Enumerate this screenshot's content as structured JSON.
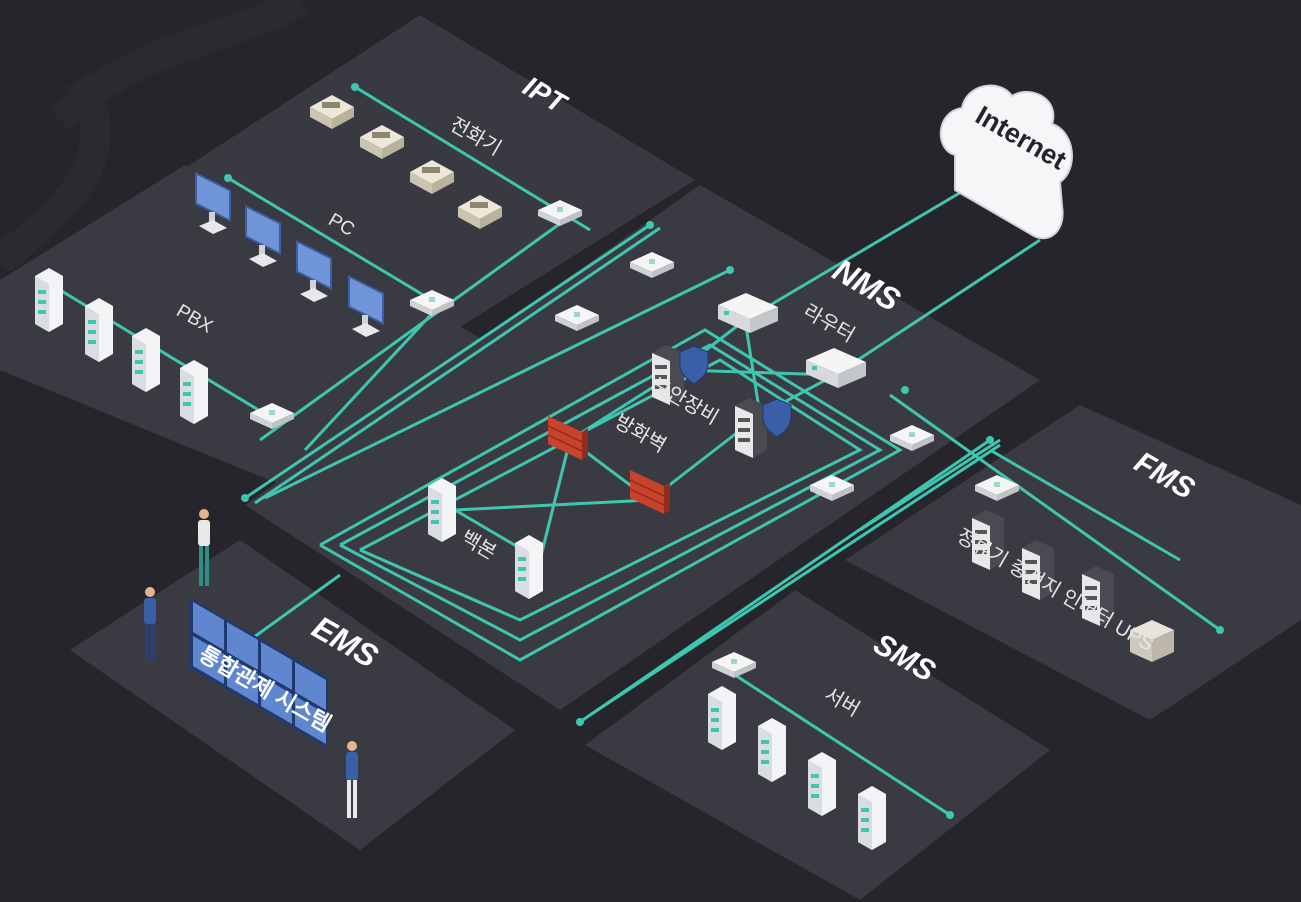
{
  "colors": {
    "background": "#25252b",
    "panel": "#3a3a43",
    "link": "#3fc6b0",
    "device_light": "#eeeeee",
    "firewall": "#c8432c"
  },
  "zones": {
    "ipt": {
      "title": "IPT",
      "sub": "전화기"
    },
    "pc": {
      "label": "PC"
    },
    "pbx": {
      "label": "PBX"
    },
    "nms": {
      "title": "NMS",
      "router": "라우터",
      "security": "보안장비",
      "firewall": "방화벽",
      "backbone": "백본"
    },
    "fms": {
      "title": "FMS",
      "sub": "정류기 충전지 인버터 UPS"
    },
    "sms": {
      "title": "SMS",
      "sub": "서버"
    },
    "ems": {
      "title": "EMS",
      "sub": "통합관제 시스템"
    }
  },
  "internet": {
    "label": "Internet",
    "icon": "cloud-icon"
  }
}
